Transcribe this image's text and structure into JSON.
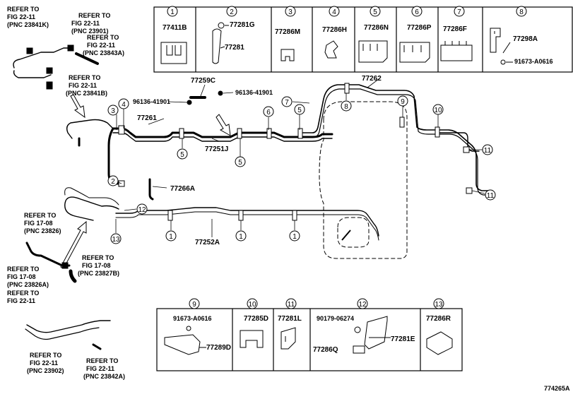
{
  "diagram_code": "774265A",
  "callouts": {
    "c1": "1",
    "c2": "2",
    "c3": "3",
    "c4": "4",
    "c5": "5",
    "c6": "6",
    "c7": "7",
    "c8": "8",
    "c9": "9",
    "c10": "10",
    "c11": "11",
    "c12": "12",
    "c13": "13"
  },
  "legend_top": [
    {
      "num": "1",
      "part": "77411B"
    },
    {
      "num": "2",
      "part": "77281G",
      "part2": "77281"
    },
    {
      "num": "3",
      "part": "77286M"
    },
    {
      "num": "4",
      "part": "77286H"
    },
    {
      "num": "5",
      "part": "77286N"
    },
    {
      "num": "6",
      "part": "77286P"
    },
    {
      "num": "7",
      "part": "77286F"
    },
    {
      "num": "8",
      "part": "77298A",
      "part2": "91673-A0616"
    }
  ],
  "legend_bottom": [
    {
      "num": "9",
      "part": "91673-A0616",
      "part2": "77289D"
    },
    {
      "num": "10",
      "part": "77285D"
    },
    {
      "num": "11",
      "part": "77281L"
    },
    {
      "num": "12",
      "part": "90179-06274",
      "part2": "77281E",
      "part3": "77286Q"
    },
    {
      "num": "13",
      "part": "77286R"
    }
  ],
  "parts": {
    "p77259C": "77259C",
    "p96136_left": "96136-41901",
    "p96136_right": "96136-41901",
    "p77261": "77261",
    "p77262": "77262",
    "p77251J": "77251J",
    "p77266A": "77266A",
    "p77252A": "77252A"
  },
  "refs": {
    "r1": [
      "REFER TO",
      "FIG 22-11",
      "(PNC 23841K)"
    ],
    "r2": [
      "REFER TO",
      "FIG 22-11",
      "(PNC 23901)"
    ],
    "r3": [
      "REFER TO",
      "FIG 22-11",
      "(PNC 23843A)"
    ],
    "r4": [
      "REFER TO",
      "FIG 22-11",
      "(PNC 23841B)"
    ],
    "r5": [
      "REFER TO",
      "FIG 17-08",
      "(PNC 23826)"
    ],
    "r6": [
      "REFER TO",
      "FIG 17-08",
      "(PNC 23827B)"
    ],
    "r7": [
      "REFER TO",
      "FIG 17-08",
      "(PNC 23826A)"
    ],
    "r8": [
      "REFER TO",
      "FIG 22-11"
    ],
    "r9": [
      "REFER TO",
      "FIG 22-11",
      "(PNC 23902)"
    ],
    "r10": [
      "REFER TO",
      "FIG 22-11",
      "(PNC 23842A)"
    ]
  }
}
